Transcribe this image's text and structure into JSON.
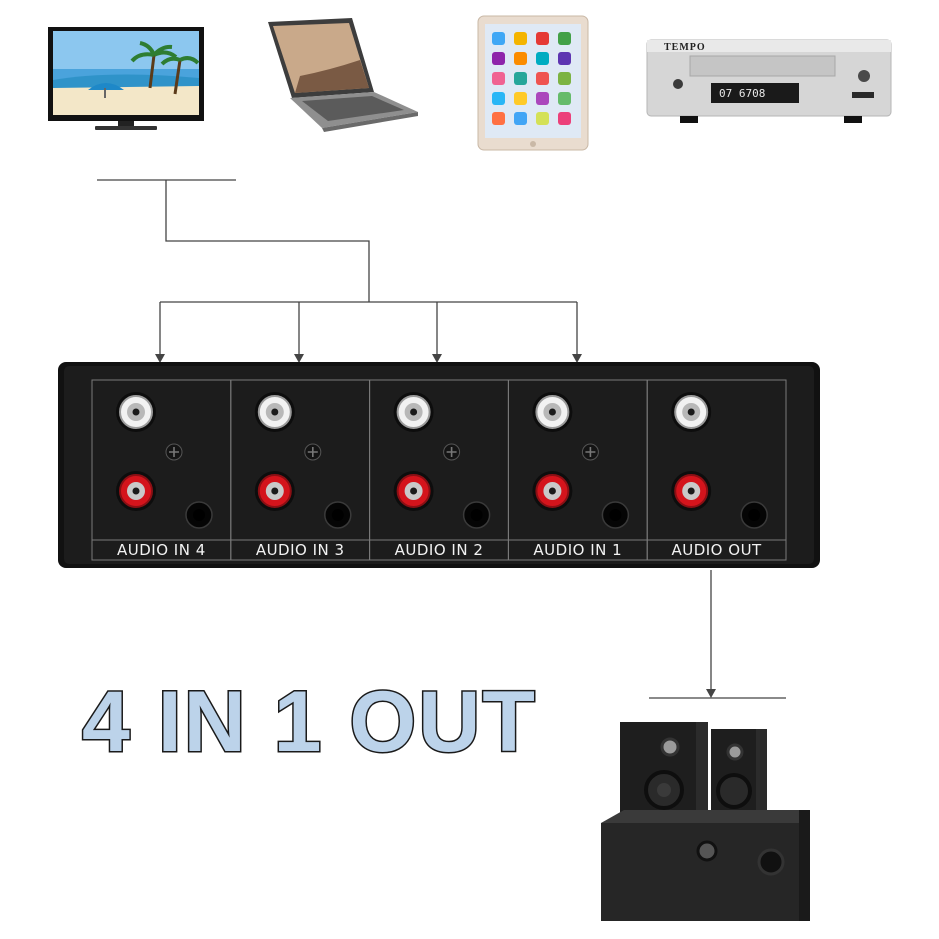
{
  "devices": {
    "tv": "tv-icon",
    "laptop": "laptop-icon",
    "tablet": "tablet-icon",
    "cd_player": {
      "icon": "cd-player-icon",
      "brand": "TEMPO",
      "display": "07  6708"
    },
    "speakers": "speaker-system-icon"
  },
  "switcher": {
    "ports": [
      {
        "label": "AUDIO   IN 4"
      },
      {
        "label": "AUDIO   IN 3"
      },
      {
        "label": "AUDIO   IN 2"
      },
      {
        "label": "AUDIO   IN 1"
      },
      {
        "label": "AUDIO   OUT"
      }
    ]
  },
  "headline": "4 IN 1 OUT",
  "colors": {
    "headline_fill": "#bcd3ea",
    "rca_white": "#f2f2f2",
    "rca_red": "#d4141c",
    "panel": "#1c1c1c"
  }
}
